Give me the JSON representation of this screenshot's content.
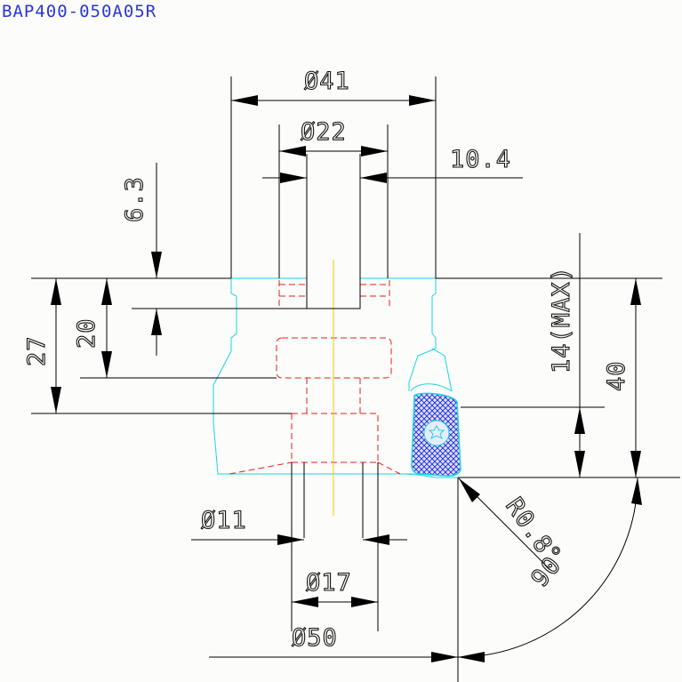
{
  "title": "BAP400-050A05R",
  "dimensions": {
    "d41": "Ø41",
    "d22": "Ø22",
    "d11": "Ø11",
    "d17": "Ø17",
    "d50": "Ø50",
    "len10_4": "10.4",
    "len6_3": "6.3",
    "len20": "20",
    "len27": "27",
    "len14max": "14(MAX)",
    "len40": "40",
    "radius": "R0.8",
    "angle": "90°"
  },
  "colors": {
    "dimension": "#000000",
    "body_outline": "#19d4e6",
    "hidden_lines": "#e0201c",
    "center_line": "#f0d000",
    "insert_hatch": "#2a36d8",
    "title": "#2a36d8"
  }
}
